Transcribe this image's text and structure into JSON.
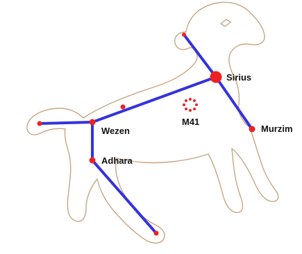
{
  "colors": {
    "outline": "#c8a582",
    "stick_lines": "#3333dd",
    "star": "#ee2222",
    "label": "#111111",
    "background": "#ffffff"
  },
  "stars": [
    {
      "id": "sirius",
      "label": "Sirius"
    },
    {
      "id": "wezen",
      "label": "Wezen"
    },
    {
      "id": "adhara",
      "label": "Adhara"
    },
    {
      "id": "murzim",
      "label": "Murzim"
    },
    {
      "id": "m41",
      "label": "M41"
    }
  ]
}
